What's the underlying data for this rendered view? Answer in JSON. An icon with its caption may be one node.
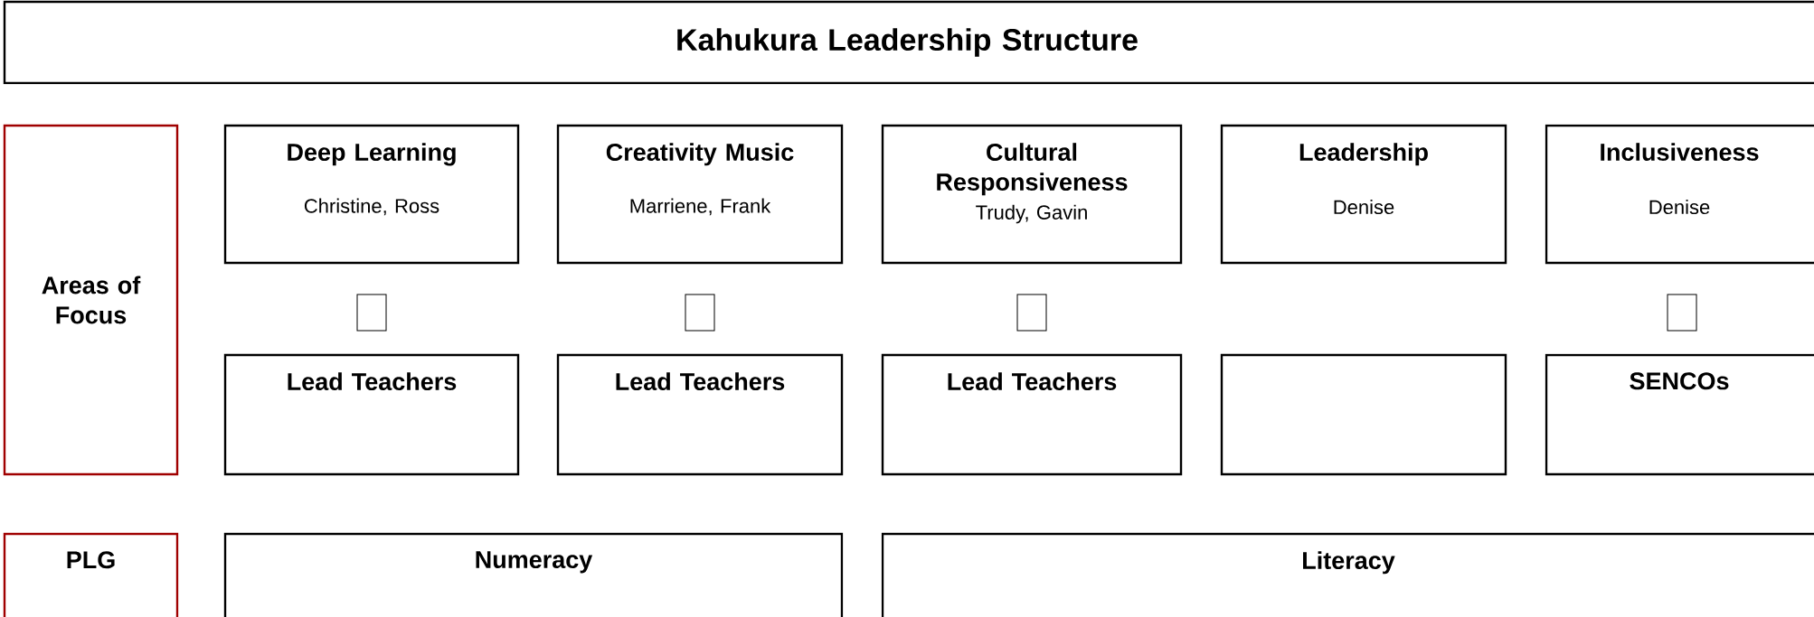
{
  "diagram": {
    "nodes": [
      {
        "text": [
          "Kahukura Leadership Structure"
        ]
      },
      {
        "text": [
          "Areas of Focus"
        ]
      },
      {
        "text": [
          "Deep Learning",
          "Christine, Ross"
        ]
      },
      {
        "text": [
          "Creativity Music",
          "Marriene, Frank"
        ]
      },
      {
        "text": [
          "Cultural Responsiveness",
          "Trudy, Gavin"
        ]
      },
      {
        "text": [
          "Leadership",
          "Denise"
        ]
      },
      {
        "text": [
          "Inclusiveness",
          "Denise"
        ]
      },
      {
        "text": [],
        "shape": "box"
      },
      {
        "text": [],
        "shape": "box"
      },
      {
        "text": [],
        "shape": "box"
      },
      {
        "text": [],
        "shape": "box"
      },
      {
        "text": [
          "Lead Teachers"
        ]
      },
      {
        "text": [
          "Lead Teachers"
        ]
      },
      {
        "text": [
          "Lead Teachers"
        ]
      },
      {
        "text": [],
        "shape": "box"
      },
      {
        "text": [
          "SENCOs"
        ]
      },
      {
        "text": [
          "PLG"
        ]
      },
      {
        "text": [
          "Numeracy"
        ]
      },
      {
        "text": [
          "Literacy"
        ]
      }
    ]
  }
}
